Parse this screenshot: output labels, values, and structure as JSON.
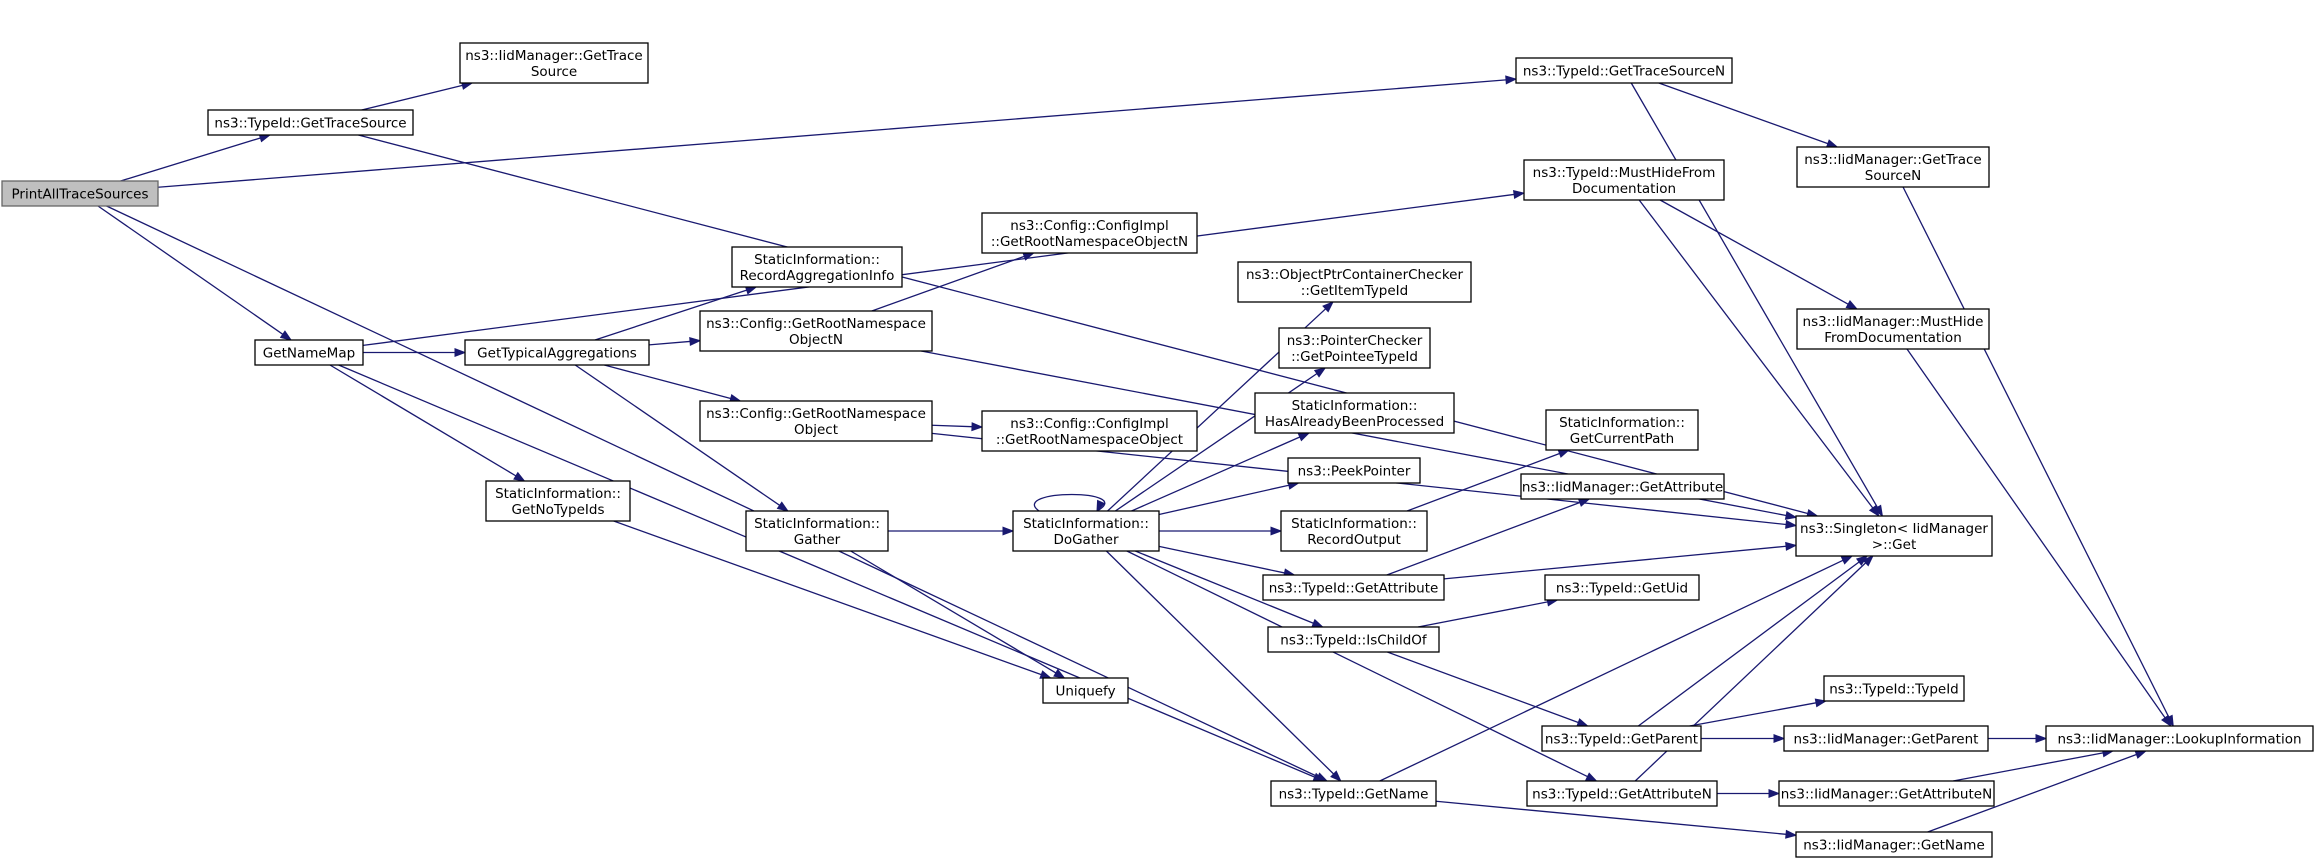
{
  "graph": {
    "title": "",
    "colors": {
      "edge": "#191970",
      "root_fill": "#bfbfbf",
      "node_fill": "#ffffff"
    },
    "nodes": [
      {
        "id": "root",
        "lines": [
          "PrintAllTraceSources"
        ],
        "root": true
      },
      {
        "id": "iid_gettrace",
        "lines": [
          "ns3::IidManager::GetTrace",
          "Source"
        ]
      },
      {
        "id": "tid_gettrace",
        "lines": [
          "ns3::TypeId::GetTraceSource"
        ]
      },
      {
        "id": "tid_gettracen",
        "lines": [
          "ns3::TypeId::GetTraceSourceN"
        ]
      },
      {
        "id": "iid_gettracen",
        "lines": [
          "ns3::IidManager::GetTrace",
          "SourceN"
        ]
      },
      {
        "id": "tid_musthide",
        "lines": [
          "ns3::TypeId::MustHideFrom",
          "Documentation"
        ]
      },
      {
        "id": "iid_musthide",
        "lines": [
          "ns3::IidManager::MustHide",
          "FromDocumentation"
        ]
      },
      {
        "id": "getnamemap",
        "lines": [
          "GetNameMap"
        ]
      },
      {
        "id": "gettypical",
        "lines": [
          "GetTypicalAggregations"
        ]
      },
      {
        "id": "si_recordagg",
        "lines": [
          "StaticInformation::",
          "RecordAggregationInfo"
        ]
      },
      {
        "id": "cfg_getrootn",
        "lines": [
          "ns3::Config::GetRootNamespace",
          "ObjectN"
        ]
      },
      {
        "id": "cfgimpl_getrootn",
        "lines": [
          "ns3::Config::ConfigImpl",
          "::GetRootNamespaceObjectN"
        ]
      },
      {
        "id": "cfg_getroot",
        "lines": [
          "ns3::Config::GetRootNamespace",
          "Object"
        ]
      },
      {
        "id": "cfgimpl_getroot",
        "lines": [
          "ns3::Config::ConfigImpl",
          "::GetRootNamespaceObject"
        ]
      },
      {
        "id": "si_getnotypeids",
        "lines": [
          "StaticInformation::",
          "GetNoTypeIds"
        ]
      },
      {
        "id": "si_gather",
        "lines": [
          "StaticInformation::",
          "Gather"
        ]
      },
      {
        "id": "si_dogather",
        "lines": [
          "StaticInformation::",
          "DoGather"
        ]
      },
      {
        "id": "optr_getitem",
        "lines": [
          "ns3::ObjectPtrContainerChecker",
          "::GetItemTypeId"
        ]
      },
      {
        "id": "ptrchk_getpointee",
        "lines": [
          "ns3::PointerChecker",
          "::GetPointeeTypeId"
        ]
      },
      {
        "id": "si_hasalready",
        "lines": [
          "StaticInformation::",
          "HasAlreadyBeenProcessed"
        ]
      },
      {
        "id": "peekpointer",
        "lines": [
          "ns3::PeekPointer"
        ]
      },
      {
        "id": "si_recordoutput",
        "lines": [
          "StaticInformation::",
          "RecordOutput"
        ]
      },
      {
        "id": "si_getcurrentpath",
        "lines": [
          "StaticInformation::",
          "GetCurrentPath"
        ]
      },
      {
        "id": "iid_getattr",
        "lines": [
          "ns3::IidManager::GetAttribute"
        ]
      },
      {
        "id": "singleton_get",
        "lines": [
          "ns3::Singleton< IidManager",
          ">::Get"
        ]
      },
      {
        "id": "tid_getattr",
        "lines": [
          "ns3::TypeId::GetAttribute"
        ]
      },
      {
        "id": "tid_getuid",
        "lines": [
          "ns3::TypeId::GetUid"
        ]
      },
      {
        "id": "tid_ischildof",
        "lines": [
          "ns3::TypeId::IsChildOf"
        ]
      },
      {
        "id": "uniquefy",
        "lines": [
          "Uniquefy"
        ]
      },
      {
        "id": "tid_typeid",
        "lines": [
          "ns3::TypeId::TypeId"
        ]
      },
      {
        "id": "tid_getparent",
        "lines": [
          "ns3::TypeId::GetParent"
        ]
      },
      {
        "id": "iid_getparent",
        "lines": [
          "ns3::IidManager::GetParent"
        ]
      },
      {
        "id": "iid_lookup",
        "lines": [
          "ns3::IidManager::LookupInformation"
        ]
      },
      {
        "id": "tid_getname",
        "lines": [
          "ns3::TypeId::GetName"
        ]
      },
      {
        "id": "tid_getattrn",
        "lines": [
          "ns3::TypeId::GetAttributeN"
        ]
      },
      {
        "id": "iid_getattrn",
        "lines": [
          "ns3::IidManager::GetAttributeN"
        ]
      },
      {
        "id": "iid_getname",
        "lines": [
          "ns3::IidManager::GetName"
        ]
      }
    ],
    "edges": [
      {
        "from": "root",
        "to": "tid_gettracen"
      },
      {
        "from": "root",
        "to": "tid_gettrace"
      },
      {
        "from": "root",
        "to": "getnamemap"
      },
      {
        "from": "root",
        "to": "tid_getname"
      },
      {
        "from": "tid_gettrace",
        "to": "iid_gettrace"
      },
      {
        "from": "tid_gettrace",
        "to": "singleton_get"
      },
      {
        "from": "tid_gettracen",
        "to": "iid_gettracen"
      },
      {
        "from": "tid_gettracen",
        "to": "singleton_get"
      },
      {
        "from": "iid_gettracen",
        "to": "iid_lookup"
      },
      {
        "from": "getnamemap",
        "to": "tid_musthide"
      },
      {
        "from": "getnamemap",
        "to": "gettypical"
      },
      {
        "from": "getnamemap",
        "to": "si_getnotypeids"
      },
      {
        "from": "getnamemap",
        "to": "tid_getname"
      },
      {
        "from": "tid_musthide",
        "to": "iid_musthide"
      },
      {
        "from": "tid_musthide",
        "to": "singleton_get"
      },
      {
        "from": "iid_musthide",
        "to": "iid_lookup"
      },
      {
        "from": "gettypical",
        "to": "si_recordagg"
      },
      {
        "from": "gettypical",
        "to": "cfg_getrootn"
      },
      {
        "from": "gettypical",
        "to": "cfg_getroot"
      },
      {
        "from": "gettypical",
        "to": "si_gather"
      },
      {
        "from": "cfg_getrootn",
        "to": "cfgimpl_getrootn"
      },
      {
        "from": "cfg_getrootn",
        "to": "singleton_get"
      },
      {
        "from": "cfg_getroot",
        "to": "cfgimpl_getroot"
      },
      {
        "from": "cfg_getroot",
        "to": "singleton_get"
      },
      {
        "from": "si_getnotypeids",
        "to": "uniquefy"
      },
      {
        "from": "si_gather",
        "to": "si_dogather"
      },
      {
        "from": "si_gather",
        "to": "uniquefy"
      },
      {
        "from": "si_dogather",
        "to": "si_dogather"
      },
      {
        "from": "si_dogather",
        "to": "optr_getitem"
      },
      {
        "from": "si_dogather",
        "to": "ptrchk_getpointee"
      },
      {
        "from": "si_dogather",
        "to": "si_hasalready"
      },
      {
        "from": "si_dogather",
        "to": "peekpointer"
      },
      {
        "from": "si_dogather",
        "to": "si_recordoutput"
      },
      {
        "from": "si_dogather",
        "to": "tid_getattr"
      },
      {
        "from": "si_dogather",
        "to": "tid_ischildof"
      },
      {
        "from": "si_dogather",
        "to": "tid_getname"
      },
      {
        "from": "si_dogather",
        "to": "tid_getattrn"
      },
      {
        "from": "si_recordoutput",
        "to": "si_getcurrentpath"
      },
      {
        "from": "tid_getattr",
        "to": "iid_getattr"
      },
      {
        "from": "tid_getattr",
        "to": "singleton_get"
      },
      {
        "from": "tid_ischildof",
        "to": "tid_getuid"
      },
      {
        "from": "tid_ischildof",
        "to": "tid_getparent"
      },
      {
        "from": "tid_getparent",
        "to": "tid_typeid"
      },
      {
        "from": "tid_getparent",
        "to": "iid_getparent"
      },
      {
        "from": "tid_getparent",
        "to": "singleton_get"
      },
      {
        "from": "iid_getparent",
        "to": "iid_lookup"
      },
      {
        "from": "tid_getname",
        "to": "singleton_get"
      },
      {
        "from": "tid_getname",
        "to": "iid_getname"
      },
      {
        "from": "tid_getattrn",
        "to": "iid_getattrn"
      },
      {
        "from": "tid_getattrn",
        "to": "singleton_get"
      },
      {
        "from": "iid_getattrn",
        "to": "iid_lookup"
      },
      {
        "from": "iid_getname",
        "to": "iid_lookup"
      }
    ]
  }
}
